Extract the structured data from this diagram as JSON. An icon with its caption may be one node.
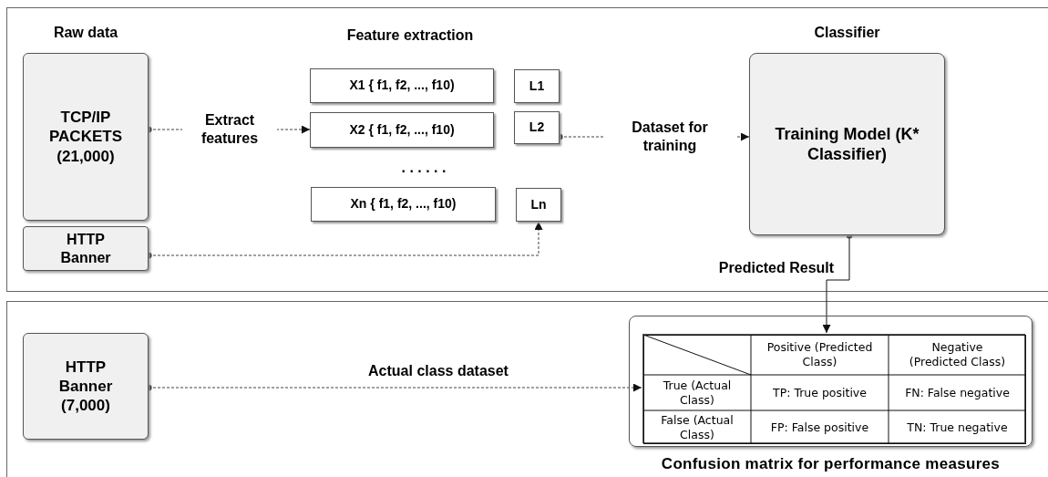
{
  "diagram": {
    "nodes": [
      {
        "text": [
          "TCP/IP PACKETS (21,000)"
        ],
        "beside": [
          "Raw data"
        ]
      },
      {
        "text": [
          "HTTP Banner"
        ]
      },
      {
        "text": [
          "X1 { f1, f2, ..., f10)"
        ]
      },
      {
        "text": [
          "L1"
        ]
      },
      {
        "text": [
          "X2 { f1, f2, ..., f10)"
        ]
      },
      {
        "text": [
          "L2"
        ]
      },
      {
        "text": [
          "Xn { f1, f2, ..., f10)"
        ]
      },
      {
        "text": [
          "Ln"
        ]
      },
      {
        "text": [
          "Training Model (K* Classifier)"
        ],
        "beside": [
          "Classifier"
        ]
      },
      {
        "text": [
          "HTTP Banner (7,000)"
        ]
      },
      {
        "text": [],
        "shape": "box",
        "beside": [
          "Confusion matrix for performance measures"
        ]
      },
      {
        "text": [],
        "shape": "box",
        "in": 10
      }
    ],
    "edges": [
      {
        "from": 0,
        "to": 4,
        "arrow": "to",
        "label": "Extract features",
        "style": "dashed"
      },
      {
        "from": 1,
        "to": 7,
        "arrow": "to",
        "style": "dashed"
      },
      {
        "from": 5,
        "to": 8,
        "arrow": "to",
        "label": "Dataset for training",
        "style": "dashed"
      },
      {
        "from": 8,
        "to": 11,
        "arrow": "to",
        "label": "Predicted Result"
      },
      {
        "from": 9,
        "to": 11,
        "arrow": "to",
        "label": "Actual class dataset",
        "style": "dashed"
      }
    ],
    "labels": [
      "Feature extraction",
      ". . . . . .",
      "Positive (Predicted Class)",
      "Negative (Predicted Class)",
      "True (Actual Class)",
      "TP: True positive",
      "FN: False negative",
      "False (Actual Class)",
      "FP: False positive",
      "TN: True negative"
    ]
  }
}
